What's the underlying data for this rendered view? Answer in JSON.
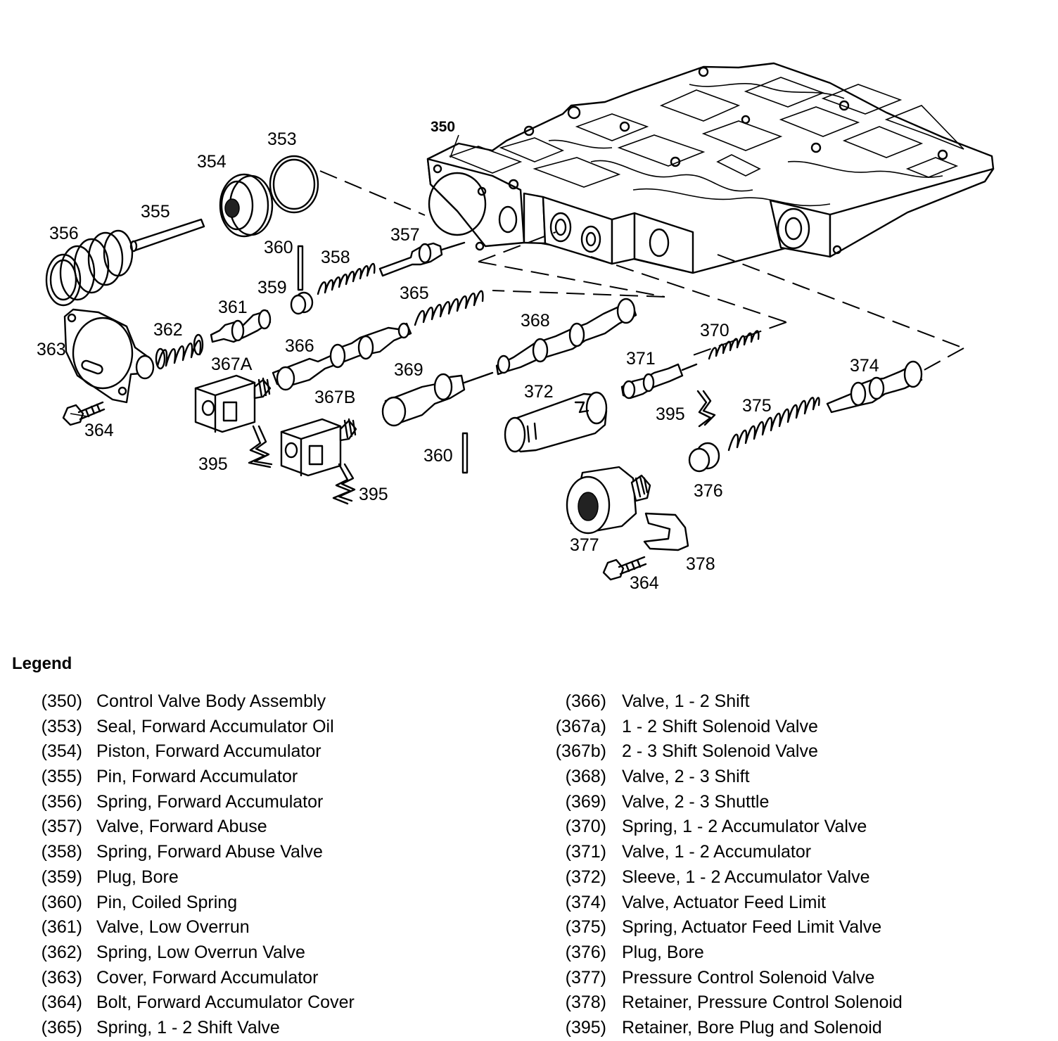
{
  "diagram": {
    "callouts": {
      "c350": "350",
      "c353": "353",
      "c354": "354",
      "c355": "355",
      "c356": "356",
      "c357": "357",
      "c358": "358",
      "c359": "359",
      "c360a": "360",
      "c360b": "360",
      "c361": "361",
      "c362": "362",
      "c363": "363",
      "c364a": "364",
      "c364b": "364",
      "c365": "365",
      "c366": "366",
      "c367a": "367A",
      "c367b": "367B",
      "c368": "368",
      "c369": "369",
      "c370": "370",
      "c371": "371",
      "c372": "372",
      "c374": "374",
      "c375": "375",
      "c376": "376",
      "c377": "377",
      "c378": "378",
      "c395a": "395",
      "c395b": "395",
      "c395c": "395"
    }
  },
  "legend": {
    "title": "Legend",
    "left": [
      {
        "code": "(350)",
        "desc": "Control Valve Body Assembly"
      },
      {
        "code": "(353)",
        "desc": "Seal, Forward Accumulator Oil"
      },
      {
        "code": "(354)",
        "desc": "Piston, Forward Accumulator"
      },
      {
        "code": "(355)",
        "desc": "Pin, Forward Accumulator"
      },
      {
        "code": "(356)",
        "desc": "Spring, Forward Accumulator"
      },
      {
        "code": "(357)",
        "desc": "Valve, Forward Abuse"
      },
      {
        "code": "(358)",
        "desc": "Spring, Forward Abuse Valve"
      },
      {
        "code": "(359)",
        "desc": "Plug, Bore"
      },
      {
        "code": "(360)",
        "desc": "Pin, Coiled Spring"
      },
      {
        "code": "(361)",
        "desc": "Valve, Low Overrun"
      },
      {
        "code": "(362)",
        "desc": "Spring, Low Overrun Valve"
      },
      {
        "code": "(363)",
        "desc": "Cover, Forward Accumulator"
      },
      {
        "code": "(364)",
        "desc": "Bolt, Forward Accumulator Cover"
      },
      {
        "code": "(365)",
        "desc": "Spring, 1 - 2 Shift Valve"
      }
    ],
    "right": [
      {
        "code": "(366)",
        "desc": "Valve, 1 - 2 Shift"
      },
      {
        "code": "(367a)",
        "desc": "1 - 2 Shift Solenoid Valve"
      },
      {
        "code": "(367b)",
        "desc": "2 - 3 Shift Solenoid Valve"
      },
      {
        "code": "(368)",
        "desc": "Valve, 2 - 3 Shift"
      },
      {
        "code": "(369)",
        "desc": "Valve, 2 - 3 Shuttle"
      },
      {
        "code": "(370)",
        "desc": "Spring, 1 - 2 Accumulator Valve"
      },
      {
        "code": "(371)",
        "desc": "Valve, 1 - 2 Accumulator"
      },
      {
        "code": "(372)",
        "desc": "Sleeve, 1 - 2 Accumulator Valve"
      },
      {
        "code": "(374)",
        "desc": "Valve, Actuator Feed Limit"
      },
      {
        "code": "(375)",
        "desc": "Spring, Actuator Feed Limit Valve"
      },
      {
        "code": "(376)",
        "desc": "Plug, Bore"
      },
      {
        "code": "(377)",
        "desc": "Pressure Control Solenoid Valve"
      },
      {
        "code": "(378)",
        "desc": "Retainer, Pressure Control Solenoid"
      },
      {
        "code": "(395)",
        "desc": "Retainer, Bore Plug and Solenoid"
      }
    ]
  }
}
